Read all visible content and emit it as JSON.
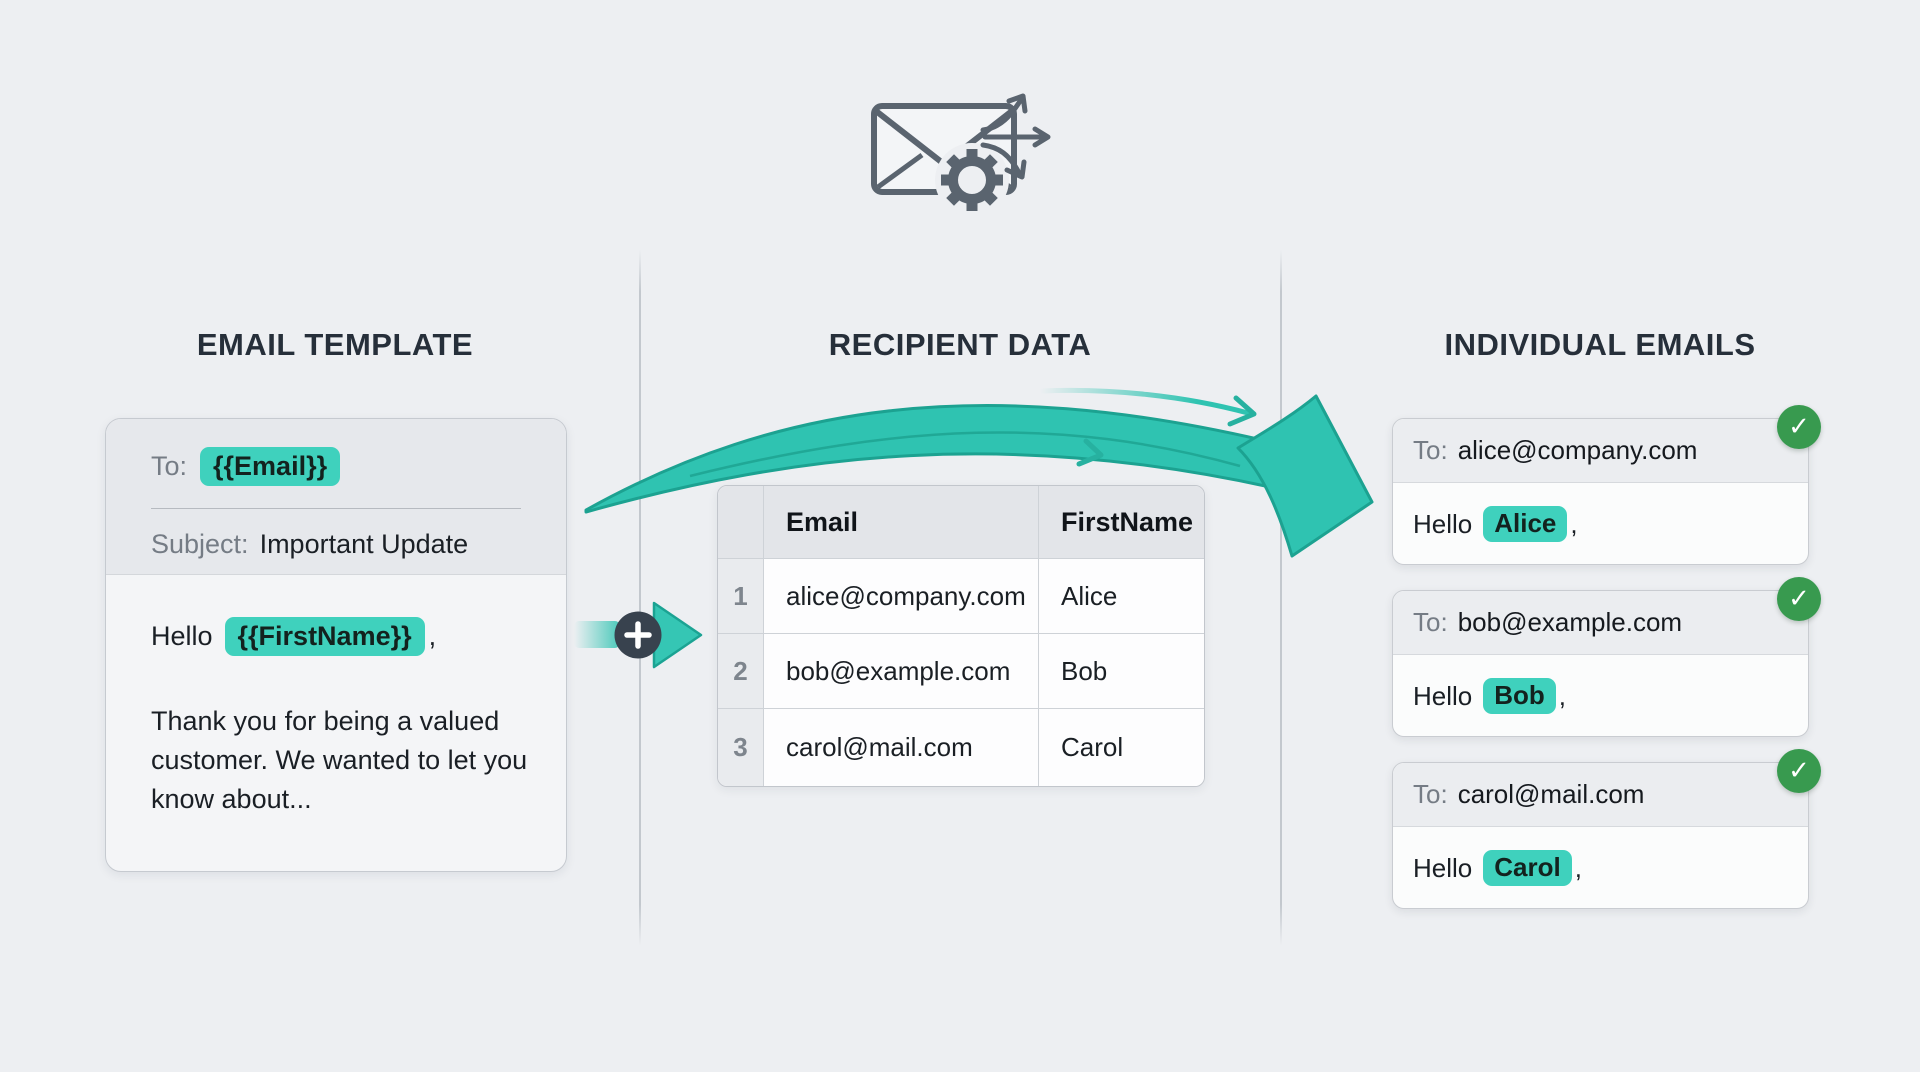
{
  "colors": {
    "background": "#edeff2",
    "accent_teal": "#2fc3b1",
    "highlight_teal": "#3fd1bd",
    "success_green": "#389a4f",
    "heading_text": "#262f3a",
    "dark_circle": "#38424e"
  },
  "header_icon": {
    "name": "envelope-gear-fanout"
  },
  "template_column": {
    "heading": "EMAIL TEMPLATE",
    "card": {
      "to_label": "To:",
      "to_placeholder": "{{Email}}",
      "subject_label": "Subject:",
      "subject_value": "Important Update",
      "greeting_prefix": "Hello",
      "greeting_placeholder": "{{FirstName}}",
      "greeting_suffix": ",",
      "body_text": "Thank you for being a valued customer. We wanted to let you know about..."
    }
  },
  "data_column": {
    "heading": "RECIPIENT DATA",
    "table": {
      "headers": [
        "Email",
        "FirstName"
      ],
      "rows": [
        {
          "num": "1",
          "email": "alice@company.com",
          "first_name": "Alice"
        },
        {
          "num": "2",
          "email": "bob@example.com",
          "first_name": "Bob"
        },
        {
          "num": "3",
          "email": "carol@mail.com",
          "first_name": "Carol"
        }
      ]
    }
  },
  "emails_column": {
    "heading": "INDIVIDUAL EMAILS",
    "cards": [
      {
        "to_label": "To:",
        "to_value": "alice@company.com",
        "greeting_prefix": "Hello",
        "name": "Alice",
        "greeting_suffix": ","
      },
      {
        "to_label": "To:",
        "to_value": "bob@example.com",
        "greeting_prefix": "Hello",
        "name": "Bob",
        "greeting_suffix": ","
      },
      {
        "to_label": "To:",
        "to_value": "carol@mail.com",
        "greeting_prefix": "Hello",
        "name": "Carol",
        "greeting_suffix": ","
      }
    ]
  },
  "connector": {
    "plus_symbol": "+"
  },
  "badge": {
    "check_symbol": "✓"
  }
}
